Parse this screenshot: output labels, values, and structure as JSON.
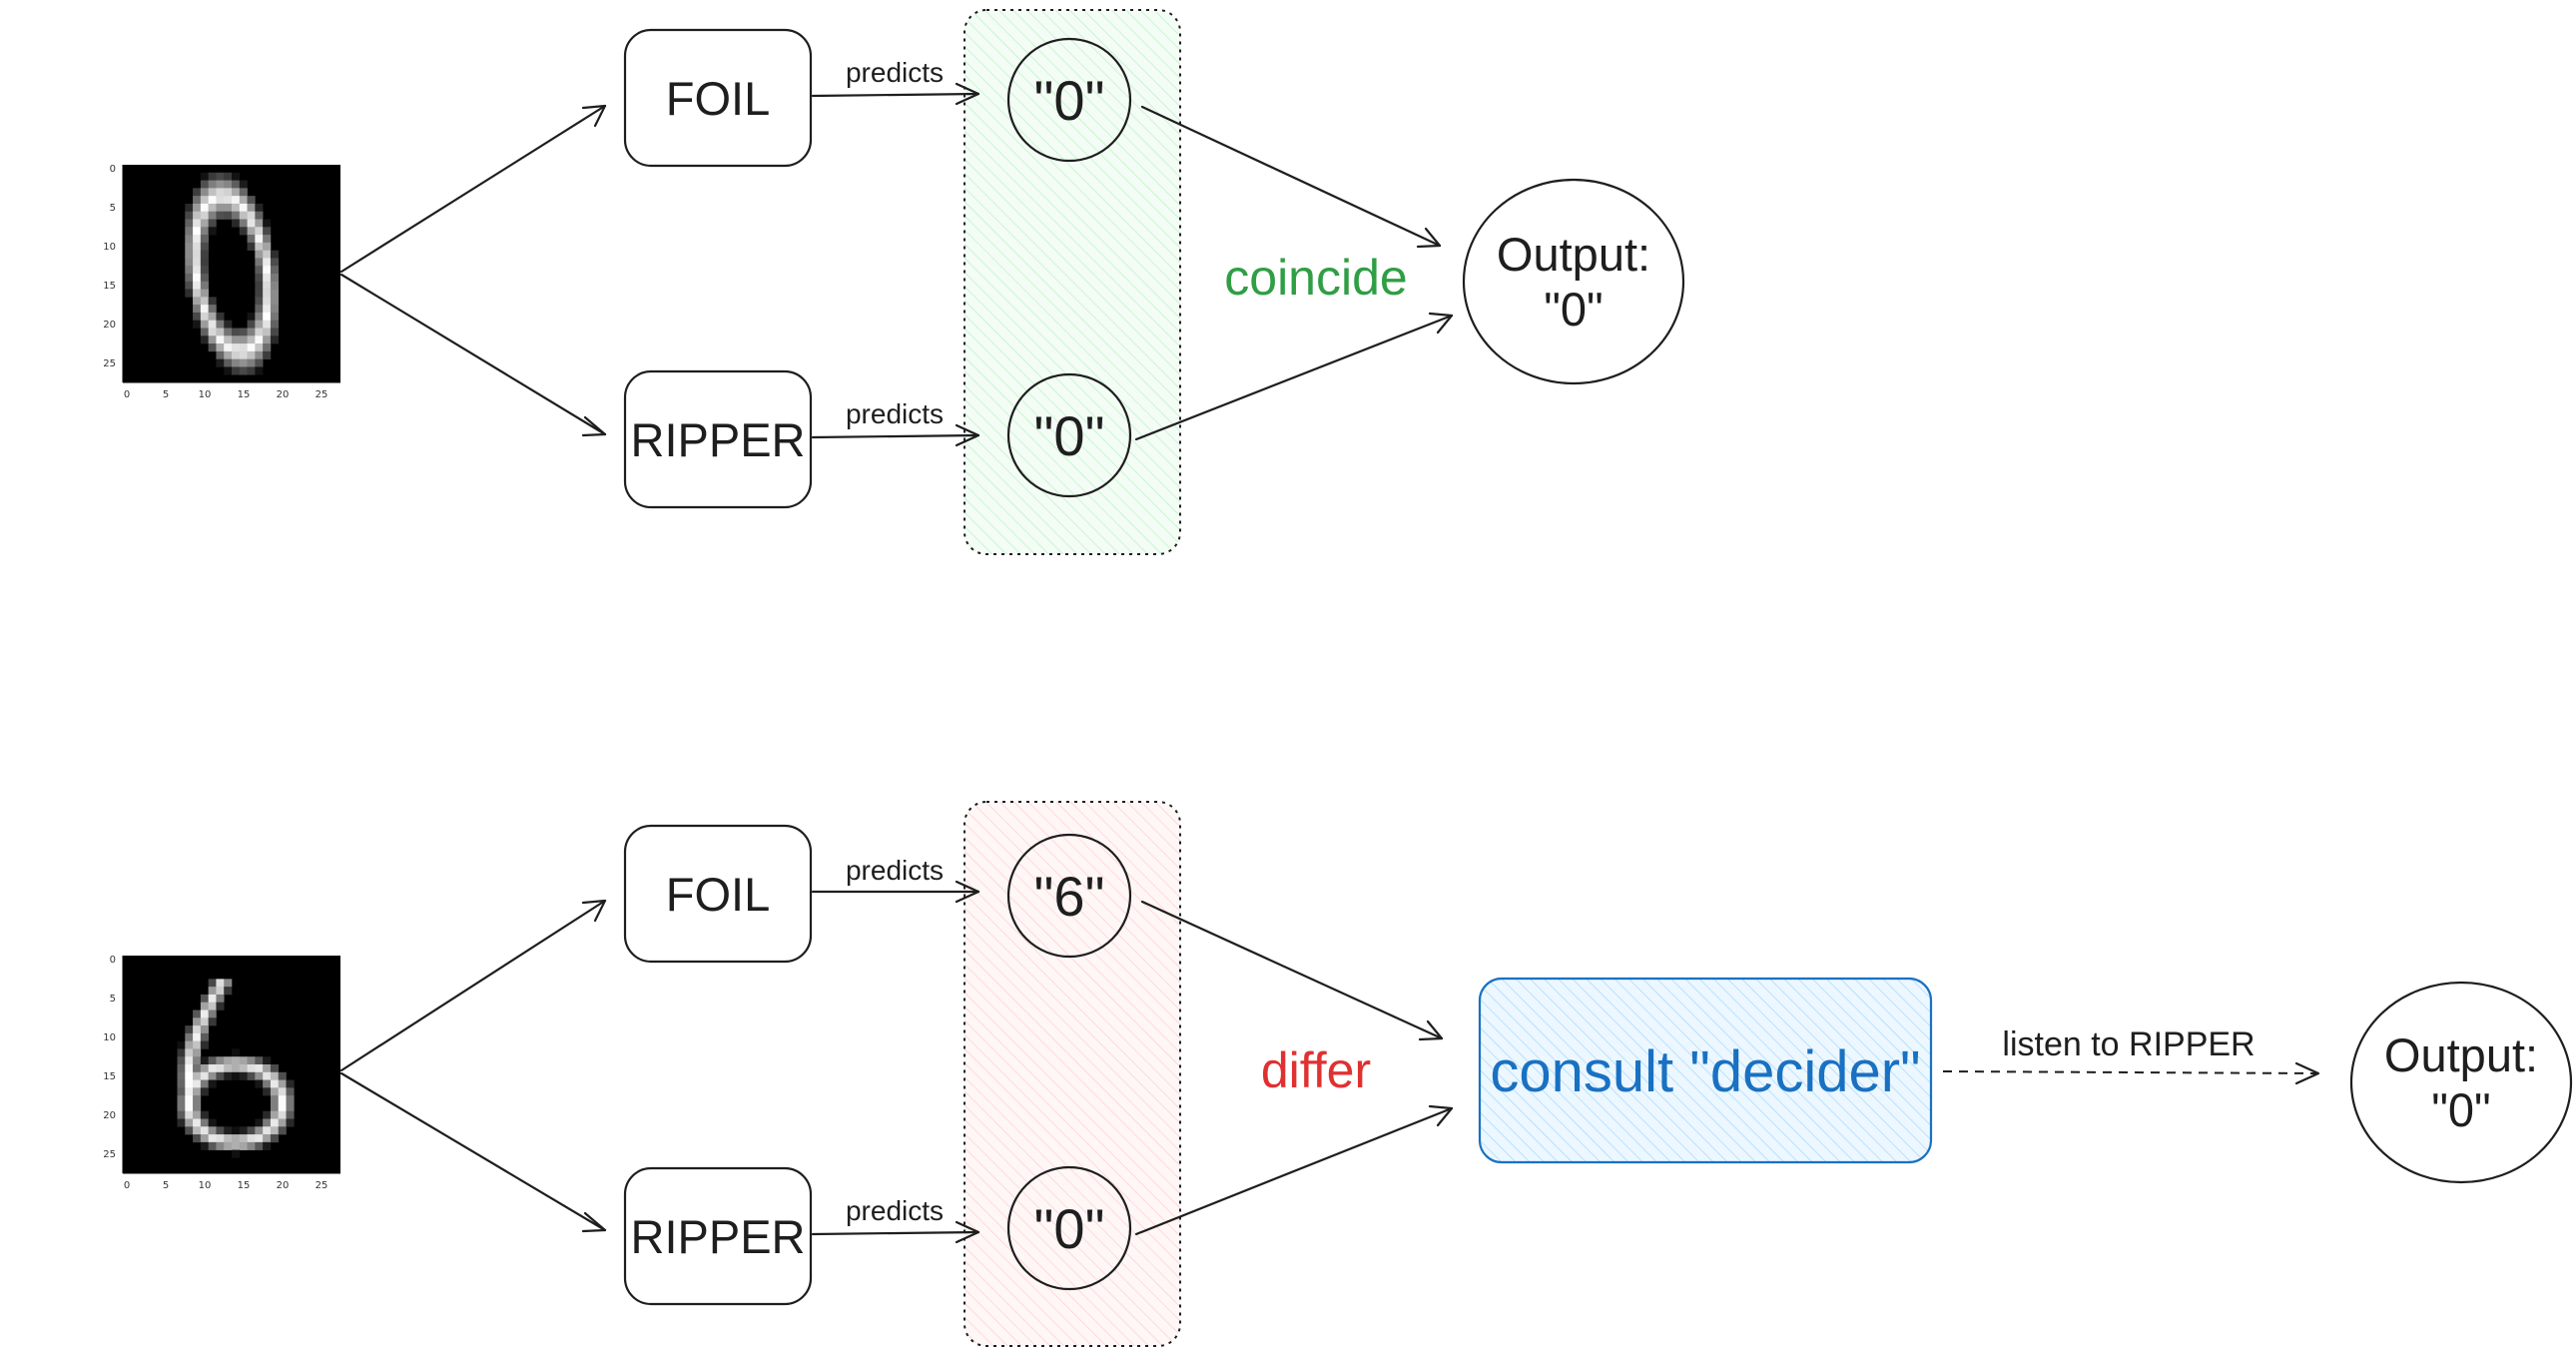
{
  "colors": {
    "ink": "#1e1e1e",
    "agree_green": "#2f9e44",
    "agree_fill": "#ebfbee",
    "differ_red": "#e03131",
    "differ_fill": "#fff0f0",
    "decider_blue": "#1971c2",
    "decider_fill": "#e7f5ff"
  },
  "top": {
    "model_a": "FOIL",
    "model_b": "RIPPER",
    "edge_a": "predicts",
    "edge_b": "predicts",
    "pred_a": "\"0\"",
    "pred_b": "\"0\"",
    "status": "coincide",
    "output_line1": "Output:",
    "output_line2": "\"0\"",
    "digit_image_icon": "mnist-digit-0-icon"
  },
  "bottom": {
    "model_a": "FOIL",
    "model_b": "RIPPER",
    "edge_a": "predicts",
    "edge_b": "predicts",
    "pred_a": "\"6\"",
    "pred_b": "\"0\"",
    "status": "differ",
    "decider": "consult \"decider\"",
    "decider_edge": "listen to RIPPER",
    "output_line1": "Output:",
    "output_line2": "\"0\"",
    "digit_image_icon": "mnist-digit-6-icon"
  },
  "axis_ticks": {
    "x": [
      "0",
      "5",
      "10",
      "15",
      "20",
      "25"
    ],
    "y": [
      "0",
      "5",
      "10",
      "15",
      "20",
      "25"
    ]
  }
}
